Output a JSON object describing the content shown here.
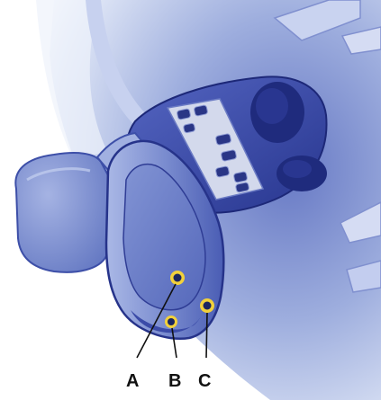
{
  "callouts": [
    {
      "id": "a",
      "label": "A"
    },
    {
      "id": "b",
      "label": "B"
    },
    {
      "id": "c",
      "label": "C"
    }
  ],
  "colors": {
    "background": "#ffffff",
    "ceiling_light": "#dfe6f6",
    "ceiling_mid": "#b3c0e6",
    "ceiling_dark": "#5c6fbf",
    "console_body": "#3e4fb4",
    "console_dark": "#1f2b7d",
    "console_panel": "#cfd6ea",
    "mirror_frame": "#8e9fd9",
    "mirror_glass": "#6f83c9",
    "sun_visor": "#8193d2",
    "button_ring": "#f2d13b",
    "callout_text": "#111111"
  },
  "icons": [
    "overhead-console",
    "rearview-mirror",
    "mirror-mount",
    "homelink-button"
  ]
}
